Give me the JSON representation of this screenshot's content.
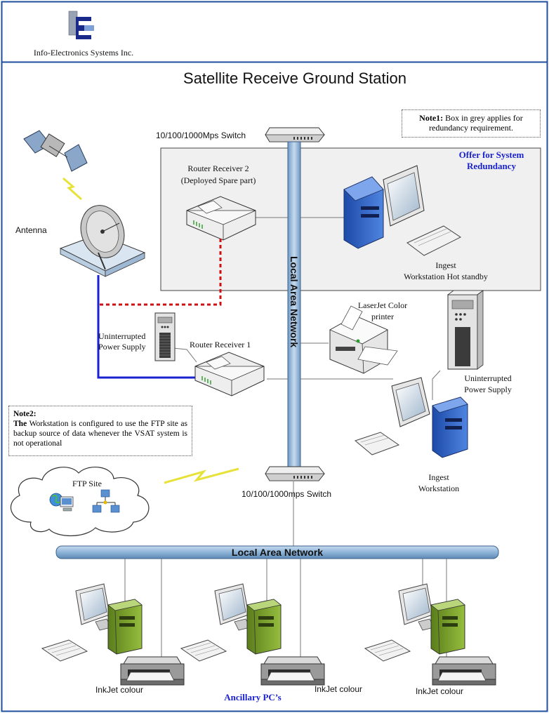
{
  "company": {
    "name": "Info-Electronics Systems Inc."
  },
  "title": "Satellite Receive Ground Station",
  "note1": {
    "label": "Note1:",
    "text": "Box in grey applies for redundancy requirement."
  },
  "redundancy": {
    "title_line1": "Offer for System",
    "title_line2": "Redundancy"
  },
  "switch_top": "10/100/1000Mps Switch",
  "switch_bottom": "10/100/1000mps Switch",
  "router2": {
    "line1": "Router Receiver 2",
    "line2": "(Deployed Spare part)"
  },
  "router1": "Router Receiver 1",
  "antenna": "Antenna",
  "ups_left": {
    "line1": "Uninterrupted",
    "line2": "Power Supply"
  },
  "ups_right": {
    "line1": "Uninterrupted",
    "line2": "Power Supply"
  },
  "ingest_standby": {
    "line1": "Ingest",
    "line2": "Workstation Hot standby"
  },
  "printer": {
    "line1": "LaserJet Color",
    "line2": "printer"
  },
  "ingest": {
    "line1": "Ingest",
    "line2": "Workstation"
  },
  "lan_vertical": "Local Area Network",
  "lan_horizontal": "Local Area Network",
  "note2": {
    "label": "Note2:",
    "lead": "The",
    "text": "Workstation is configured to use the FTP site as backup source of data whenever the VSAT system is not operational"
  },
  "ftp": "FTP Site",
  "inkjet": [
    "InkJet colour",
    "InkJet colour",
    "InkJet colour"
  ],
  "ancillary": "Ancillary PC’s",
  "colors": {
    "lan_bar": "#8eb4d8",
    "grey_box": "#f0f0f0",
    "blue_text": "#1a22d0",
    "link_blue": "#1a22d0",
    "link_red": "#d01010",
    "pc_green": "#7aa12a",
    "pc_blue": "#2a5fc8"
  }
}
